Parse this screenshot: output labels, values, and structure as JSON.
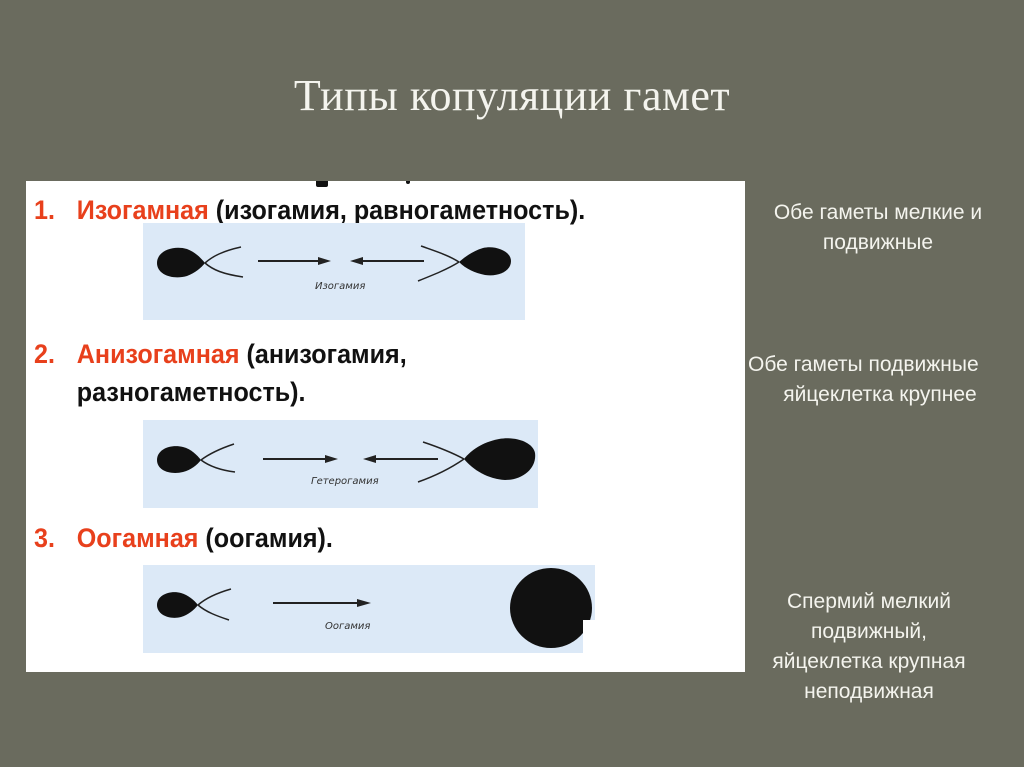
{
  "slide": {
    "title": "Типы копуляции гамет",
    "colors": {
      "background": "#6a6b5e",
      "accent": "#e8401c",
      "figure_bg": "#dce9f7",
      "text_light": "#f4f4ee"
    }
  },
  "types": [
    {
      "number": "1.",
      "term": "Изогамная",
      "rest": "(изогамия, равногаметность).",
      "continuation": "",
      "figure_caption": "Изогамия",
      "note_lines": [
        "Обе гаметы мелкие и",
        "подвижные"
      ]
    },
    {
      "number": "2.",
      "term": "Анизогамная",
      "rest": "(анизогамия,",
      "continuation": "разногаметность).",
      "figure_caption": "Гетерогамия",
      "note_lines": [
        "Обе гаметы подвижные",
        "яйцеклетка крупнее"
      ]
    },
    {
      "number": "3.",
      "term": "Оогамная",
      "rest": "(оогамия).",
      "continuation": "",
      "figure_caption": "Оогамия",
      "note_lines": [
        "Спермий мелкий",
        "подвижный,",
        "яйцеклетка крупная",
        "неподвижная"
      ]
    }
  ]
}
